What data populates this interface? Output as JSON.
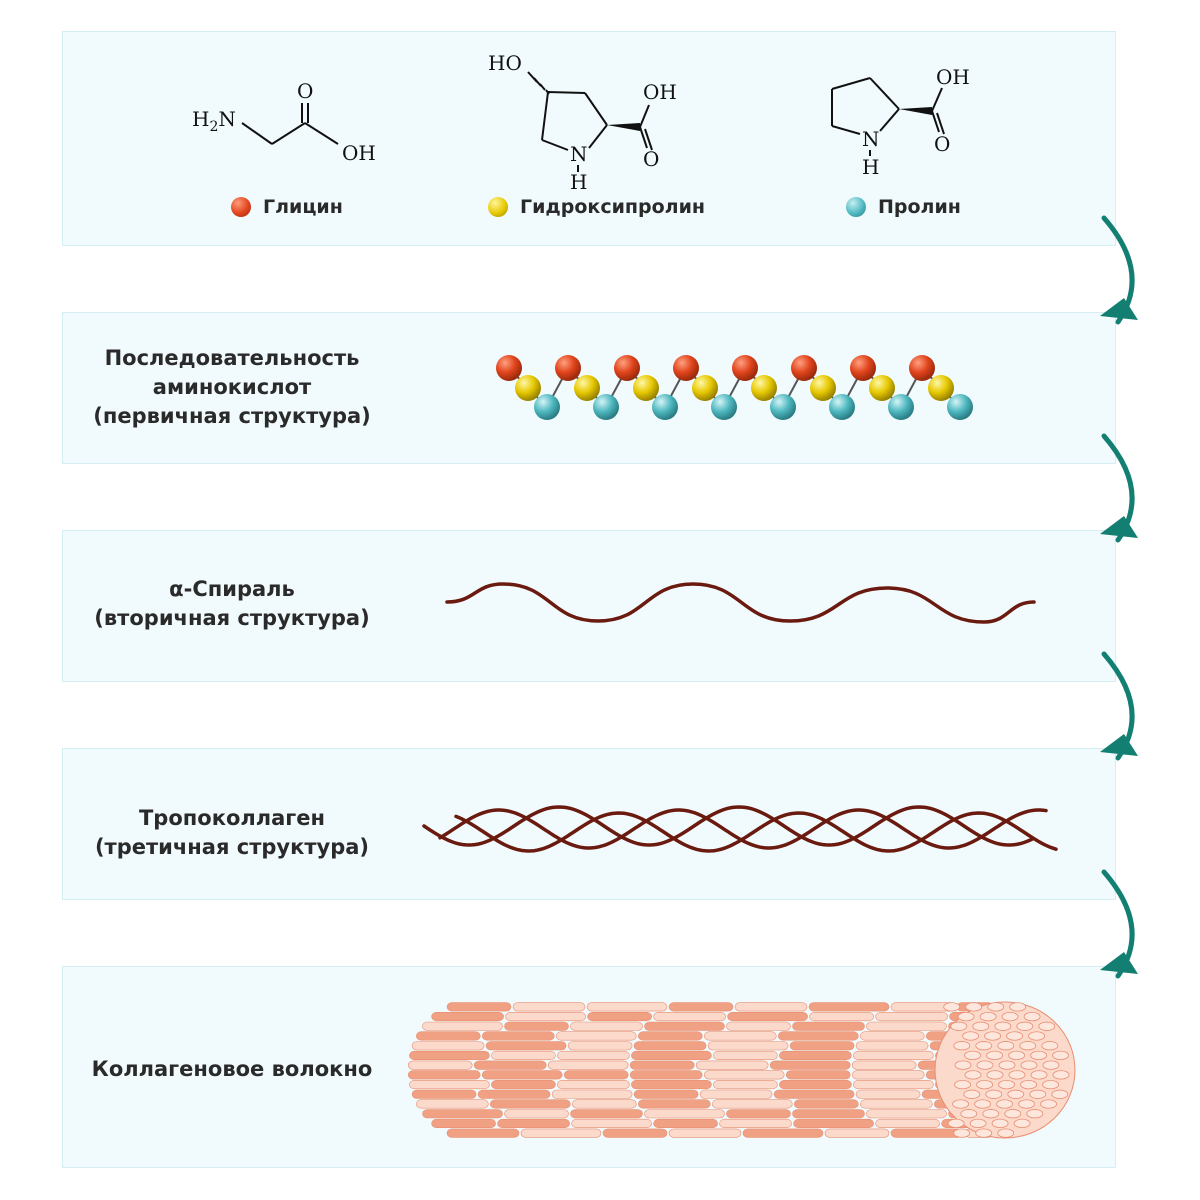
{
  "amino_acids": {
    "glycine": {
      "name": "Глицин",
      "color": "#e0441c"
    },
    "hydroxyproline": {
      "name": "Гидроксипролин",
      "color": "#e6c800"
    },
    "proline": {
      "name": "Пролин",
      "color": "#4fb8c0"
    }
  },
  "chem_labels": {
    "h2n": "H2N",
    "o": "O",
    "oh": "OH",
    "ho": "HO",
    "n": "N",
    "h": "H"
  },
  "stages": [
    {
      "lines": [
        "Последовательность",
        "аминокислот",
        "(первичная структура)"
      ]
    },
    {
      "lines": [
        "α-Спираль",
        "(вторичная структура)"
      ]
    },
    {
      "lines": [
        "Тропоколлаген",
        "(третичная структура)"
      ]
    },
    {
      "lines": [
        "Коллагеновое волокно"
      ]
    }
  ],
  "colors": {
    "panel_bg": "#f1fbfd",
    "arrow": "#137f73",
    "helix": "#6b1a10",
    "fiber_dark": "#f0a184",
    "fiber_light": "#fbd9cb"
  }
}
